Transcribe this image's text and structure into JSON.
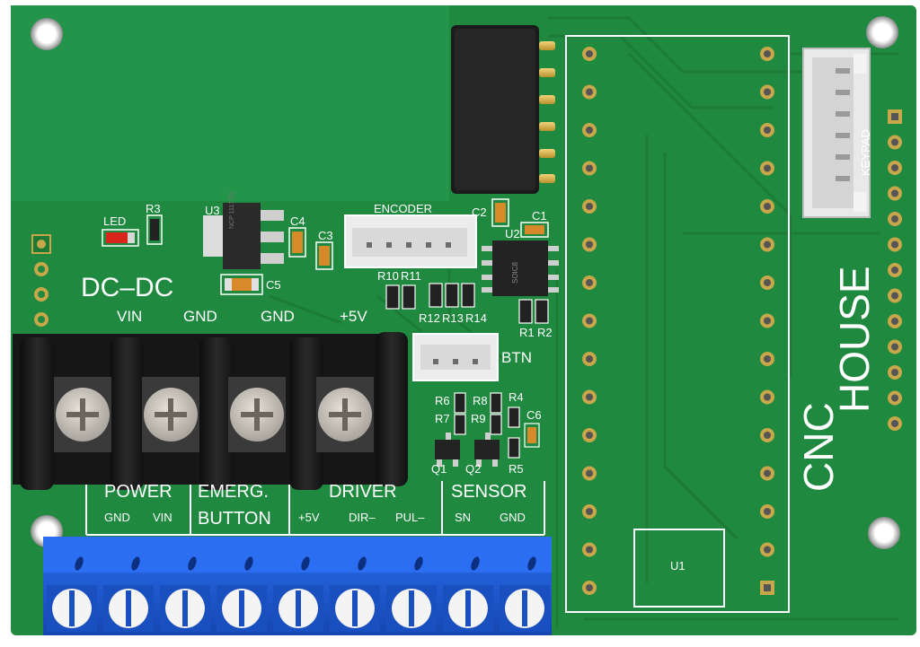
{
  "board": {
    "colors": {
      "pcb": "#1f8a3f",
      "pcb_dark": "#1a7a36",
      "terminal_black": "#1c1c1c",
      "terminal_blue": "#1f5fd8",
      "silkscreen": "#ffffff",
      "pad_gold": "#c8a74a",
      "led_red": "#d8261d",
      "cap_orange": "#d8892a"
    },
    "labels": {
      "led": "LED",
      "r3": "R3",
      "u3": "U3",
      "c4": "C4",
      "c3": "C3",
      "c5": "C5",
      "c2": "C2",
      "c1": "C1",
      "u2": "U2",
      "encoder": "ENCODER",
      "r10": "R10",
      "r11": "R11",
      "r12": "R12",
      "r13": "R13",
      "r14": "R14",
      "r1": "R1",
      "r2": "R2",
      "btn": "BTN",
      "r6": "R6",
      "r7": "R7",
      "r8": "R8",
      "r9": "R9",
      "r4": "R4",
      "r5": "R5",
      "c6": "C6",
      "q1": "Q1",
      "q2": "Q2",
      "u1": "U1",
      "keypad": "KEYPAD",
      "dc_dc": "DC–DC",
      "vin_top": "VIN",
      "gnd_top_1": "GND",
      "gnd_top_2": "GND",
      "plus5v_top": "+5V",
      "power": "POWER",
      "power_gnd": "GND",
      "power_vin": "VIN",
      "emerg": "EMERG.",
      "button": "BUTTON",
      "driver": "DRIVER",
      "driver_5v": "+5V",
      "driver_dir": "DIR–",
      "driver_pul": "PUL–",
      "sensor": "SENSOR",
      "sensor_sn": "SN",
      "sensor_gnd": "GND",
      "brand_cnc": "CNC",
      "brand_house": "HOUSE",
      "regulator_marking": "NCP 1117 5V",
      "ic_marking": "SOIC8"
    }
  }
}
